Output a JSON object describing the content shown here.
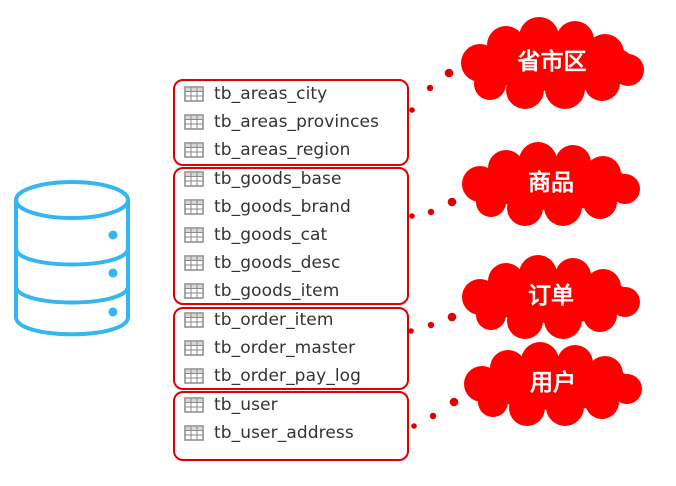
{
  "colors": {
    "accent_red": "#e00000",
    "cloud_red": "#ff0000",
    "db_blue": "#36b6f0",
    "icon_gray": "#8a8a8a",
    "text_gray": "#333333"
  },
  "icons": {
    "database": "database-icon",
    "table": "table-icon"
  },
  "groups": [
    {
      "label": "省市区",
      "tables": [
        "tb_areas_city",
        "tb_areas_provinces",
        "tb_areas_region"
      ]
    },
    {
      "label": "商品",
      "tables": [
        "tb_goods_base",
        "tb_goods_brand",
        "tb_goods_cat",
        "tb_goods_desc",
        "tb_goods_item"
      ]
    },
    {
      "label": "订单",
      "tables": [
        "tb_order_item",
        "tb_order_master",
        "tb_order_pay_log"
      ]
    },
    {
      "label": "用户",
      "tables": [
        "tb_user",
        "tb_user_address"
      ]
    }
  ]
}
